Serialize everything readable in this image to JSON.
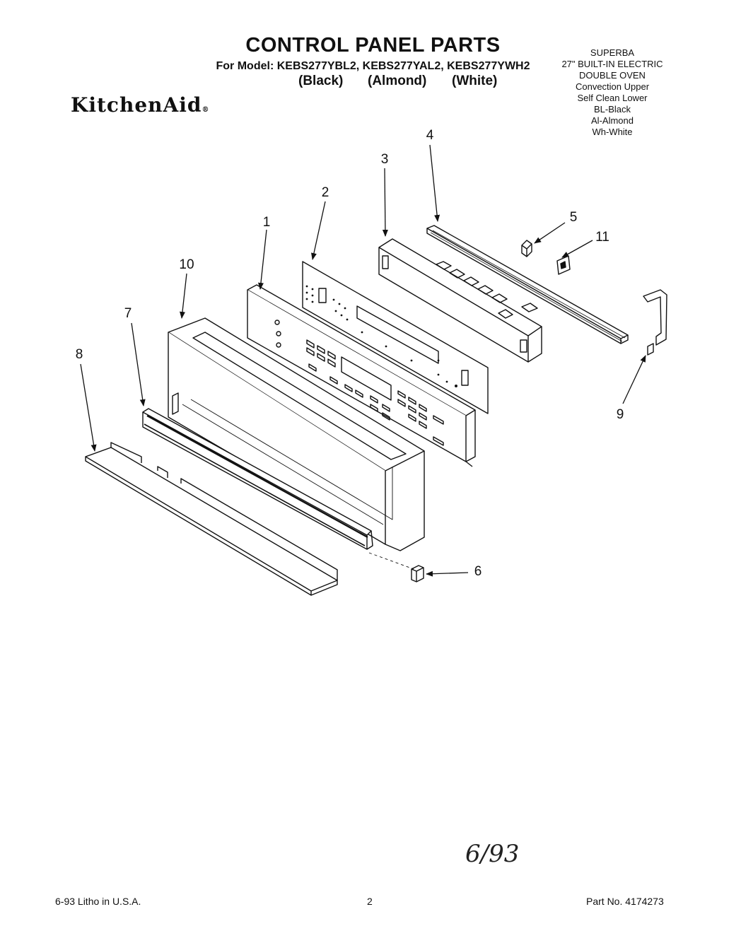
{
  "header": {
    "title": "CONTROL PANEL PARTS",
    "model_line": "For Model: KEBS277YBL2, KEBS277YAL2, KEBS277YWH2",
    "colors": [
      "(Black)",
      "(Almond)",
      "(White)"
    ]
  },
  "brand": {
    "name": "KitchenAid",
    "mark": "®"
  },
  "info": {
    "lines": [
      "SUPERBA",
      "27\" BUILT-IN ELECTRIC",
      "DOUBLE OVEN",
      "Convection Upper",
      "Self Clean Lower",
      "BL-Black",
      "Al-Almond",
      "Wh-White"
    ]
  },
  "callouts": {
    "c1": "1",
    "c2": "2",
    "c3": "3",
    "c4": "4",
    "c5": "5",
    "c6": "6",
    "c7": "7",
    "c8": "8",
    "c9": "9",
    "c10": "10",
    "c11": "11"
  },
  "handwriting": "6/93",
  "footer": {
    "left": "6-93 Litho in U.S.A.",
    "center": "2",
    "right": "Part No. 4174273"
  }
}
